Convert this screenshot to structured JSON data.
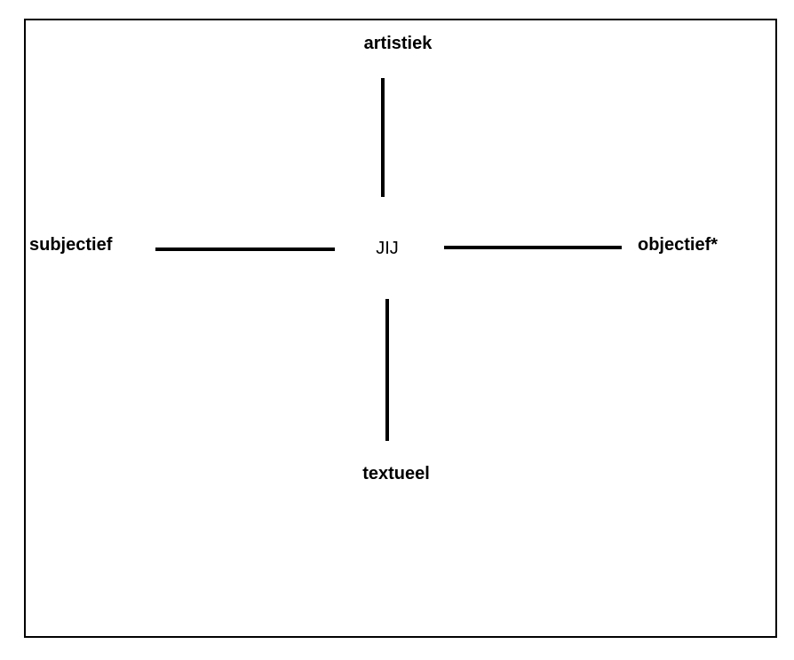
{
  "diagram": {
    "center_label": "JIJ",
    "axes": {
      "top": "artistiek",
      "bottom": "textueel",
      "left": "subjectief",
      "right": "objectief*"
    },
    "colors": {
      "line": "#000000",
      "text": "#000000",
      "background": "#ffffff",
      "border": "#000000"
    }
  }
}
